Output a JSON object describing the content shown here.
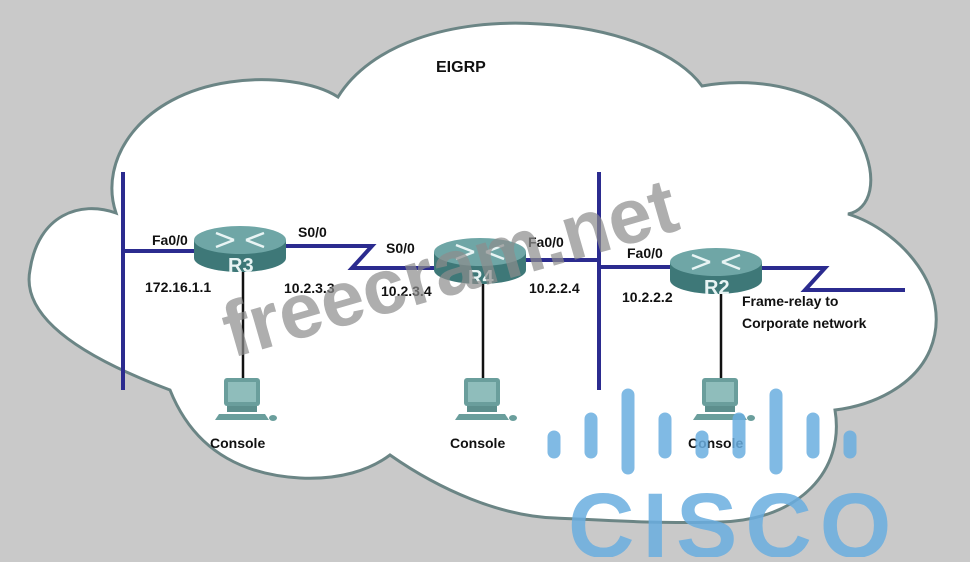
{
  "diagram": {
    "cloud_label": "EIGRP",
    "colors": {
      "background": "#c9c9c9",
      "cloud_fill": "#ffffff",
      "cloud_outline": "#6b8585",
      "link": "#2b2b8f",
      "router_body": "#4f8b8b",
      "pc_body": "#7fb0ae",
      "watermark": "#8d8d8d",
      "logo": "#6aaee0"
    },
    "routers": [
      {
        "name": "R3"
      },
      {
        "name": "R4"
      },
      {
        "name": "R2"
      }
    ],
    "interfaces": {
      "r3_fa": {
        "name": "Fa0/0",
        "ip": "172.16.1.1"
      },
      "r3_s": {
        "name": "S0/0",
        "ip": "10.2.3.3"
      },
      "r4_s": {
        "name": "S0/0",
        "ip": "10.2.3.4"
      },
      "r4_fa": {
        "name": "Fa0/0",
        "ip": "10.2.2.4"
      },
      "r2_fa": {
        "name": "Fa0/0",
        "ip": "10.2.2.2"
      }
    },
    "consoles": [
      "Console",
      "Console",
      "Console"
    ],
    "wan_note": [
      "Frame-relay to",
      "Corporate network"
    ]
  },
  "overlays": {
    "watermark_text": "freecram.net",
    "logo_text": "CISCO"
  }
}
